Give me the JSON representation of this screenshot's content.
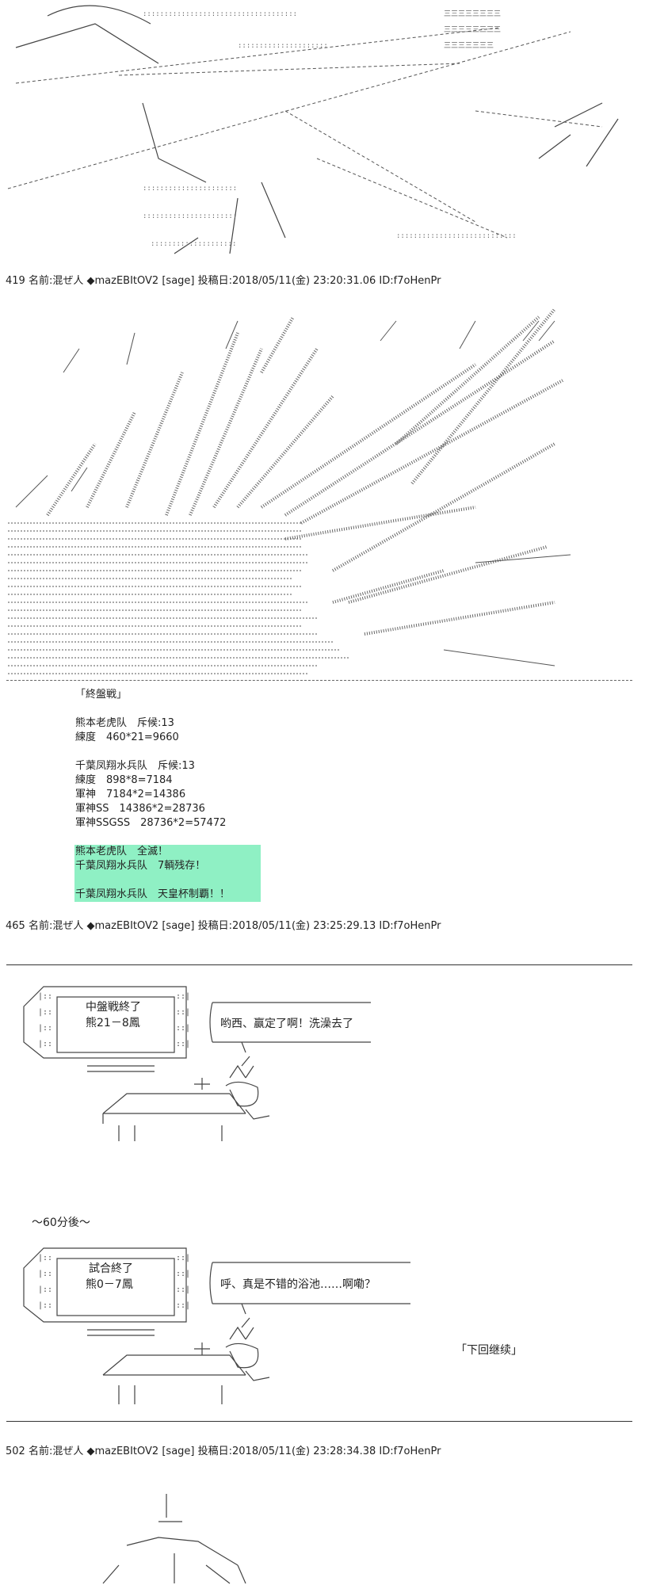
{
  "posts": [
    {
      "number": "419",
      "name_label": "名前:",
      "name": "混ぜ人",
      "trip": "◆mazEBItOV2",
      "mail": "[sage]",
      "date_label": "投稿日:",
      "date": "2018/05/11(金) 23:20:31.06",
      "id": "ID:f7oHenPr"
    },
    {
      "number": "465",
      "name_label": "名前:",
      "name": "混ぜ人",
      "trip": "◆mazEBItOV2",
      "mail": "[sage]",
      "date_label": "投稿日:",
      "date": "2018/05/11(金) 23:25:29.13",
      "id": "ID:f7oHenPr"
    },
    {
      "number": "502",
      "name_label": "名前:",
      "name": "混ぜ人",
      "trip": "◆mazEBItOV2",
      "mail": "[sage]",
      "date_label": "投稿日:",
      "date": "2018/05/11(金) 23:28:34.38",
      "id": "ID:f7oHenPr"
    }
  ],
  "battle": {
    "title": "「終盤戦」",
    "team1_line": "熊本老虎队　斥候:13",
    "team1_train": "練度　460*21=9660",
    "team2_line": "千葉凤翔水兵队　斥候:13",
    "team2_train": "練度　898*8=7184",
    "gunshin": "軍神　7184*2=14386",
    "gunshin_ss": "軍神SS　14386*2=28736",
    "gunshin_ssgss": "軍神SSGSS　28736*2=57472",
    "result1": "熊本老虎队　全滅！",
    "result2": "千葉凤翔水兵队　7輌残存！",
    "result3": "千葉凤翔水兵队　天皇杯制覇！！"
  },
  "scene1": {
    "screen_line1": "中盤戦終了",
    "screen_line2": "熊21－8鳳",
    "speech": "哟西、赢定了啊！洗澡去了"
  },
  "scene2": {
    "caption": "～60分後～",
    "screen_line1": "試合終了",
    "screen_line2": "熊0－7鳳",
    "speech": "呼、真是不错的浴池……啊嘞？",
    "next": "「下回继续」"
  },
  "colors": {
    "highlight": "#8ff0c4",
    "line": "#444444"
  }
}
